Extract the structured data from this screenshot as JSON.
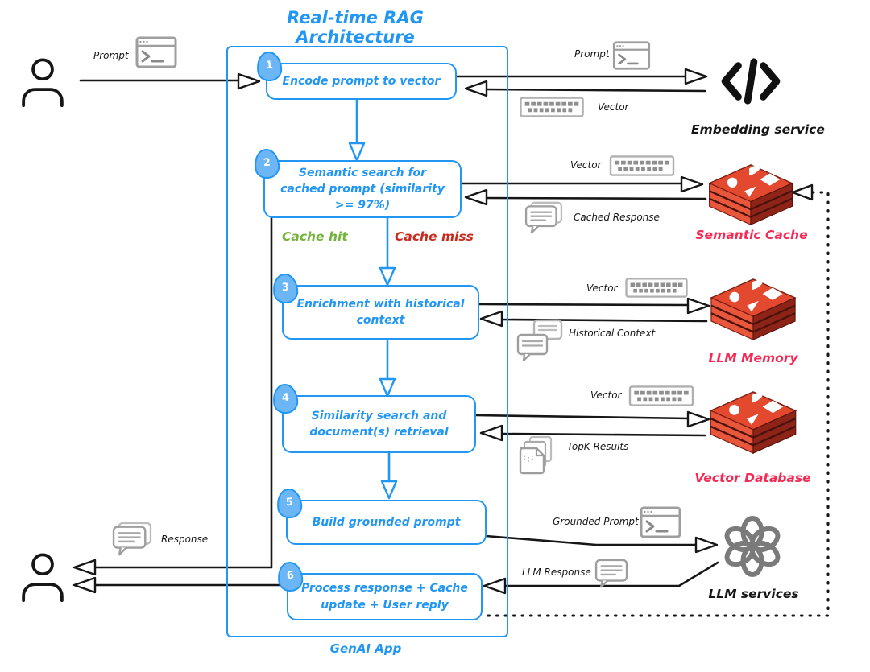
{
  "title": "Real-time RAG Architecture",
  "container_label": "GenAI App",
  "branches": {
    "hit": "Cache hit",
    "miss": "Cache miss"
  },
  "steps": [
    {
      "num": "1",
      "label": "Encode prompt to vector"
    },
    {
      "num": "2",
      "label": "Semantic search for cached prompt (similarity >= 97%)"
    },
    {
      "num": "3",
      "label": "Enrichment with historical context"
    },
    {
      "num": "4",
      "label": "Similarity search and document(s) retrieval"
    },
    {
      "num": "5",
      "label": "Build grounded prompt"
    },
    {
      "num": "6",
      "label": "Process response + Cache update + User reply"
    }
  ],
  "services": [
    {
      "name": "Embedding service",
      "icon": "code-icon"
    },
    {
      "name": "Semantic Cache",
      "icon": "redis-icon"
    },
    {
      "name": "LLM Memory",
      "icon": "redis-icon"
    },
    {
      "name": "Vector Database",
      "icon": "redis-icon"
    },
    {
      "name": "LLM services",
      "icon": "openai-icon"
    }
  ],
  "edge_labels": {
    "user_prompt": "Prompt",
    "embed_prompt": "Prompt",
    "embed_vector": "Vector",
    "cache_vector": "Vector",
    "cached_response": "Cached Response",
    "memory_vector": "Vector",
    "historical_context": "Historical Context",
    "vdb_vector": "Vector",
    "topk_results": "TopK Results",
    "grounded_prompt": "Grounded Prompt",
    "llm_response": "LLM Response",
    "user_response": "Response"
  },
  "colors": {
    "flow_blue": "#2196f3",
    "badge_fill": "#6cb6f5",
    "cache_hit_green": "#76b33c",
    "cache_miss_red": "#c62b20",
    "redis_top_red": "#e2492f",
    "redis_front_red": "#e8563c",
    "redis_side_red": "#8e2418",
    "service_label_pink": "#f42a55",
    "icon_gray": "#9e9e9e",
    "line_black": "#161616"
  }
}
